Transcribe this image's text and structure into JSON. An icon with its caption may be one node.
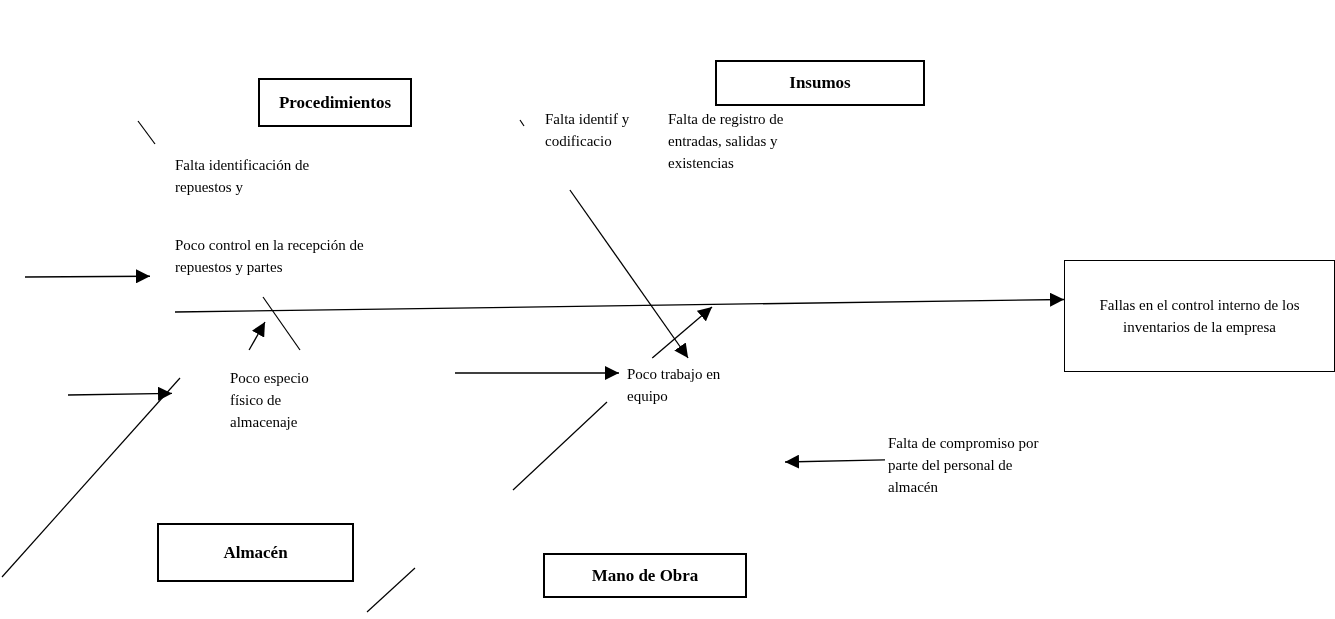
{
  "diagram": {
    "nodes": [
      {
        "text": [
          "Procedimientos"
        ]
      },
      {
        "text": [
          "Insumos"
        ]
      },
      {
        "text": [
          "Almacén"
        ]
      },
      {
        "text": [
          "Mano de Obra"
        ]
      },
      {
        "text": [
          "Fallas en el control interno de los inventarios de la empresa"
        ]
      },
      {
        "text": [
          "Falta identificación de repuestos y"
        ]
      },
      {
        "text": [
          "Poco control en la recepción de repuestos y partes"
        ]
      },
      {
        "text": [
          "Falta identif y codificacio"
        ]
      },
      {
        "text": [
          "Falta de registro de entradas, salidas y existencias"
        ]
      },
      {
        "text": [
          "Poco especio físico de almacenaje"
        ]
      },
      {
        "text": [
          "Poco trabajo en equipo"
        ]
      },
      {
        "text": [
          "Falta de compromiso por parte del personal de almacén"
        ]
      }
    ],
    "edges": [
      {
        "from": null,
        "to": 4,
        "arrow": "to"
      },
      {
        "from": null,
        "to": 6,
        "arrow": "to"
      },
      {
        "from": null,
        "to": 9,
        "arrow": "to"
      },
      {
        "from": null,
        "to": 10,
        "arrow": "to"
      },
      {
        "from": 7,
        "to": 10,
        "arrow": "to"
      },
      {
        "from": 9,
        "to": null,
        "arrow": "to"
      },
      {
        "from": 10,
        "to": null,
        "arrow": "to"
      },
      {
        "from": 11,
        "to": null,
        "arrow": "to"
      }
    ]
  }
}
